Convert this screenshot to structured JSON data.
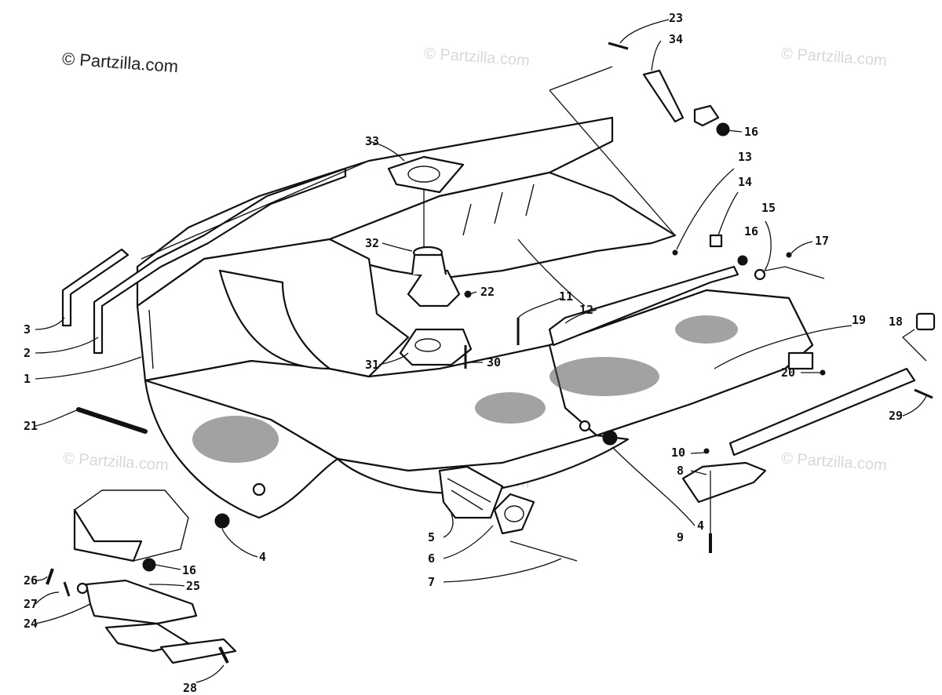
{
  "copyright": "© Partzilla.com",
  "watermark": "© Partzilla.com",
  "callouts": [
    {
      "label": "1"
    },
    {
      "label": "2"
    },
    {
      "label": "3"
    },
    {
      "label": "4"
    },
    {
      "label": "4"
    },
    {
      "label": "5"
    },
    {
      "label": "6"
    },
    {
      "label": "7"
    },
    {
      "label": "8"
    },
    {
      "label": "9"
    },
    {
      "label": "10"
    },
    {
      "label": "11"
    },
    {
      "label": "12"
    },
    {
      "label": "13"
    },
    {
      "label": "14"
    },
    {
      "label": "15"
    },
    {
      "label": "16"
    },
    {
      "label": "16"
    },
    {
      "label": "16"
    },
    {
      "label": "17"
    },
    {
      "label": "18"
    },
    {
      "label": "19"
    },
    {
      "label": "20"
    },
    {
      "label": "21"
    },
    {
      "label": "22"
    },
    {
      "label": "23"
    },
    {
      "label": "24"
    },
    {
      "label": "25"
    },
    {
      "label": "26"
    },
    {
      "label": "27"
    },
    {
      "label": "28"
    },
    {
      "label": "29"
    },
    {
      "label": "30"
    },
    {
      "label": "31"
    },
    {
      "label": "32"
    },
    {
      "label": "33"
    },
    {
      "label": "34"
    }
  ]
}
